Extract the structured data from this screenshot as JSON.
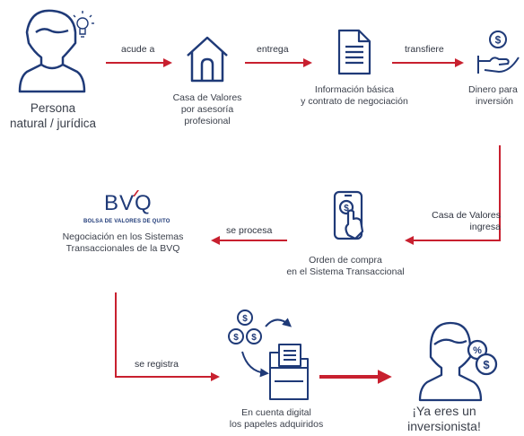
{
  "nodes": {
    "persona": {
      "line1": "Persona",
      "line2": "natural / jurídica"
    },
    "casa": {
      "line1": "Casa de Valores",
      "line2": "por asesoría",
      "line3": "profesional"
    },
    "info": {
      "line1": "Información básica",
      "line2": "y contrato de negociación"
    },
    "dinero": {
      "line1": "Dinero para",
      "line2": "inversión"
    },
    "bvq": {
      "logo": "BVQ",
      "logo_sub": "BOLSA DE VALORES DE QUITO",
      "line1": "Negociación en los Sistemas",
      "line2": "Transaccionales de la BVQ"
    },
    "orden": {
      "line1": "Orden de compra",
      "line2": "en el  Sistema Transaccional"
    },
    "cuenta": {
      "line1": "En cuenta digital",
      "line2": "los papeles adquiridos"
    },
    "final": {
      "line1": "¡Ya eres un",
      "line2": "inversionista!"
    }
  },
  "arrows": {
    "acude": "acude a",
    "entrega": "entrega",
    "transfiere": "transfiere",
    "casa_ingresa_1": "Casa de Valores",
    "casa_ingresa_2": "ingresa",
    "procesa": "se procesa",
    "registra": "se registra"
  },
  "icons": {
    "person": "person-icon",
    "bulb": "lightbulb-icon",
    "house": "house-icon",
    "document": "document-icon",
    "money": "money-hand-icon",
    "phone": "phone-tap-icon",
    "folder": "folder-coins-icon",
    "investor": "investor-icon"
  },
  "colors": {
    "arrow": "#c8202f",
    "icon": "#1f3a78",
    "text": "#3a3f4a"
  }
}
